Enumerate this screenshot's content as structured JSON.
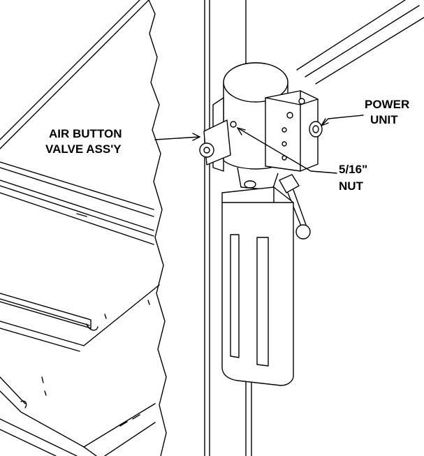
{
  "labels": {
    "air_button_line1": "AIR BUTTON",
    "air_button_line2": "VALVE ASS'Y",
    "power_unit_line1": "POWER",
    "power_unit_line2": "UNIT",
    "nut_line1": "5/16\"",
    "nut_line2": "NUT"
  },
  "colors": {
    "ink": "#000000",
    "paper": "#ffffff"
  }
}
